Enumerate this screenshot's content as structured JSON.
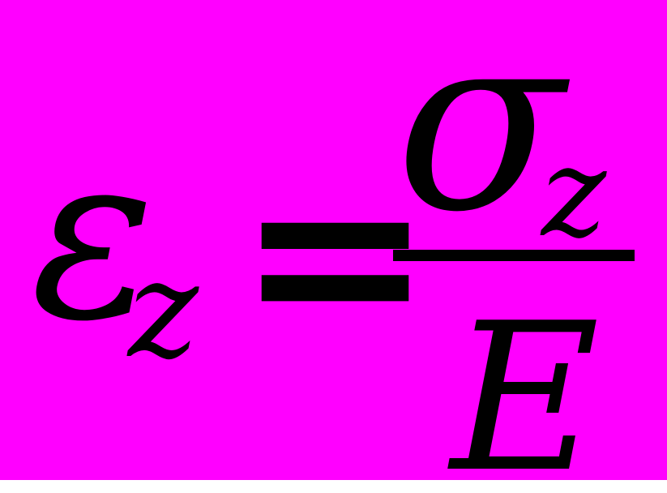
{
  "canvas": {
    "background_color": "#FF00FF",
    "ink_color": "#000000",
    "bottom_strip_color": "#FFFFFF"
  },
  "formula": {
    "reading": "epsilon sub z equals sigma sub z over E",
    "lhs": {
      "symbol": "ε",
      "subscript": "z"
    },
    "relation": "=",
    "rhs": {
      "numerator": {
        "symbol": "σ",
        "subscript": "z"
      },
      "denominator": "E"
    }
  }
}
